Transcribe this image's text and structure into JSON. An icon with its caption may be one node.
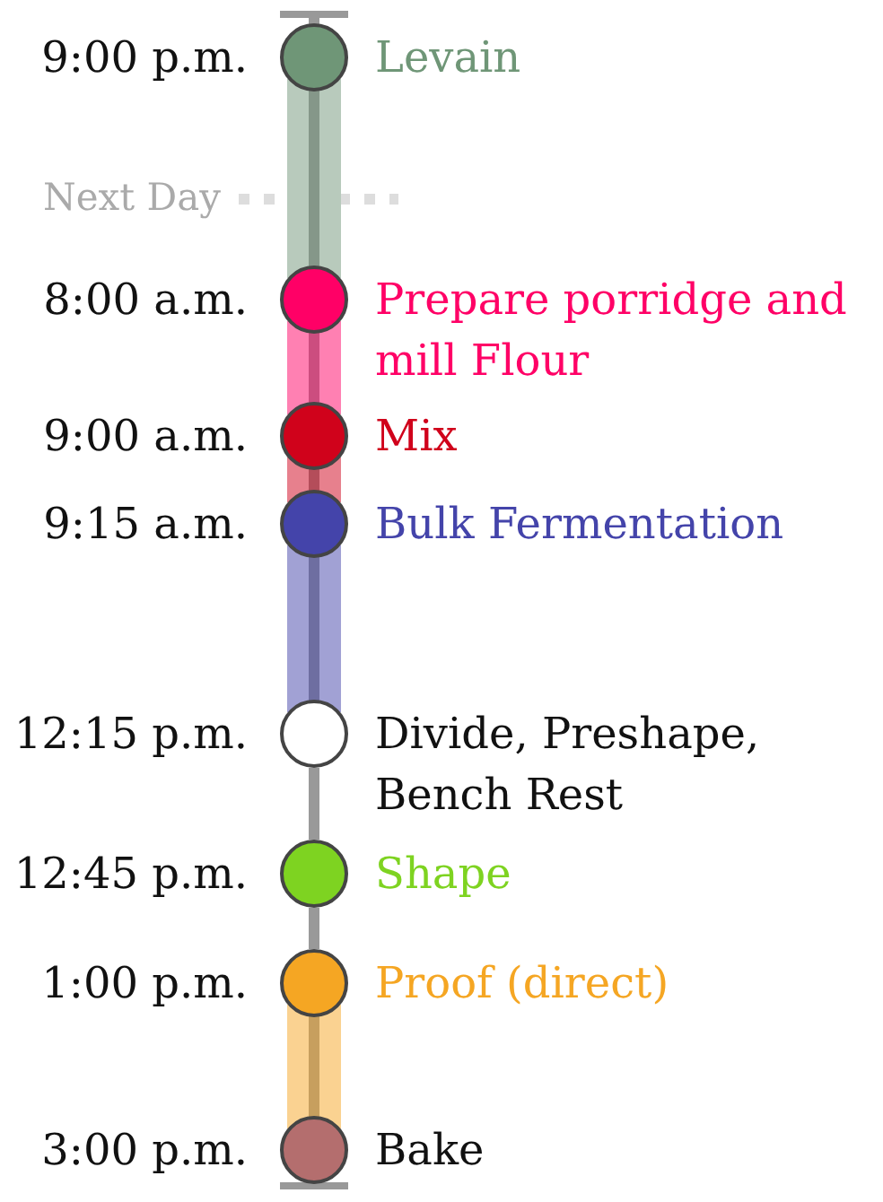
{
  "diagram": {
    "nodes": [
      {
        "text": [],
        "shape": "circle",
        "beside": [
          "9:00 p.m.",
          "Levain"
        ]
      },
      {
        "text": [],
        "shape": "circle",
        "beside": [
          "8:00 a.m.",
          "Prepare porridge and mill Flour"
        ]
      },
      {
        "text": [],
        "shape": "circle",
        "beside": [
          "9:00 a.m.",
          "Mix"
        ]
      },
      {
        "text": [],
        "shape": "circle",
        "beside": [
          "9:15 a.m.",
          "Bulk Fermentation"
        ]
      },
      {
        "text": [],
        "shape": "circle",
        "beside": [
          "12:15 p.m.",
          "Divide, Preshape, Bench Rest"
        ]
      },
      {
        "text": [],
        "shape": "circle",
        "beside": [
          "12:45 p.m.",
          "Shape"
        ]
      },
      {
        "text": [],
        "shape": "circle",
        "beside": [
          "1:00 p.m.",
          "Proof (direct)"
        ]
      },
      {
        "text": [],
        "shape": "circle",
        "beside": [
          "3:00 p.m.",
          "Bake"
        ]
      }
    ],
    "edges": [
      {
        "from": 0,
        "to": 1,
        "arrow": "none",
        "color": "#b8cabc"
      },
      {
        "from": 1,
        "to": 2,
        "arrow": "none",
        "color": "#ff80b2"
      },
      {
        "from": 2,
        "to": 3,
        "arrow": "none",
        "color": "#e7808d"
      },
      {
        "from": 3,
        "to": 4,
        "arrow": "none",
        "color": "#a1a1d4"
      },
      {
        "from": 4,
        "to": 5,
        "arrow": "none",
        "color": "#999999"
      },
      {
        "from": 5,
        "to": 6,
        "arrow": "none",
        "color": "#999999"
      },
      {
        "from": 6,
        "to": 7,
        "arrow": "none",
        "color": "#fad291"
      }
    ],
    "labels": [
      "Next Day"
    ]
  }
}
